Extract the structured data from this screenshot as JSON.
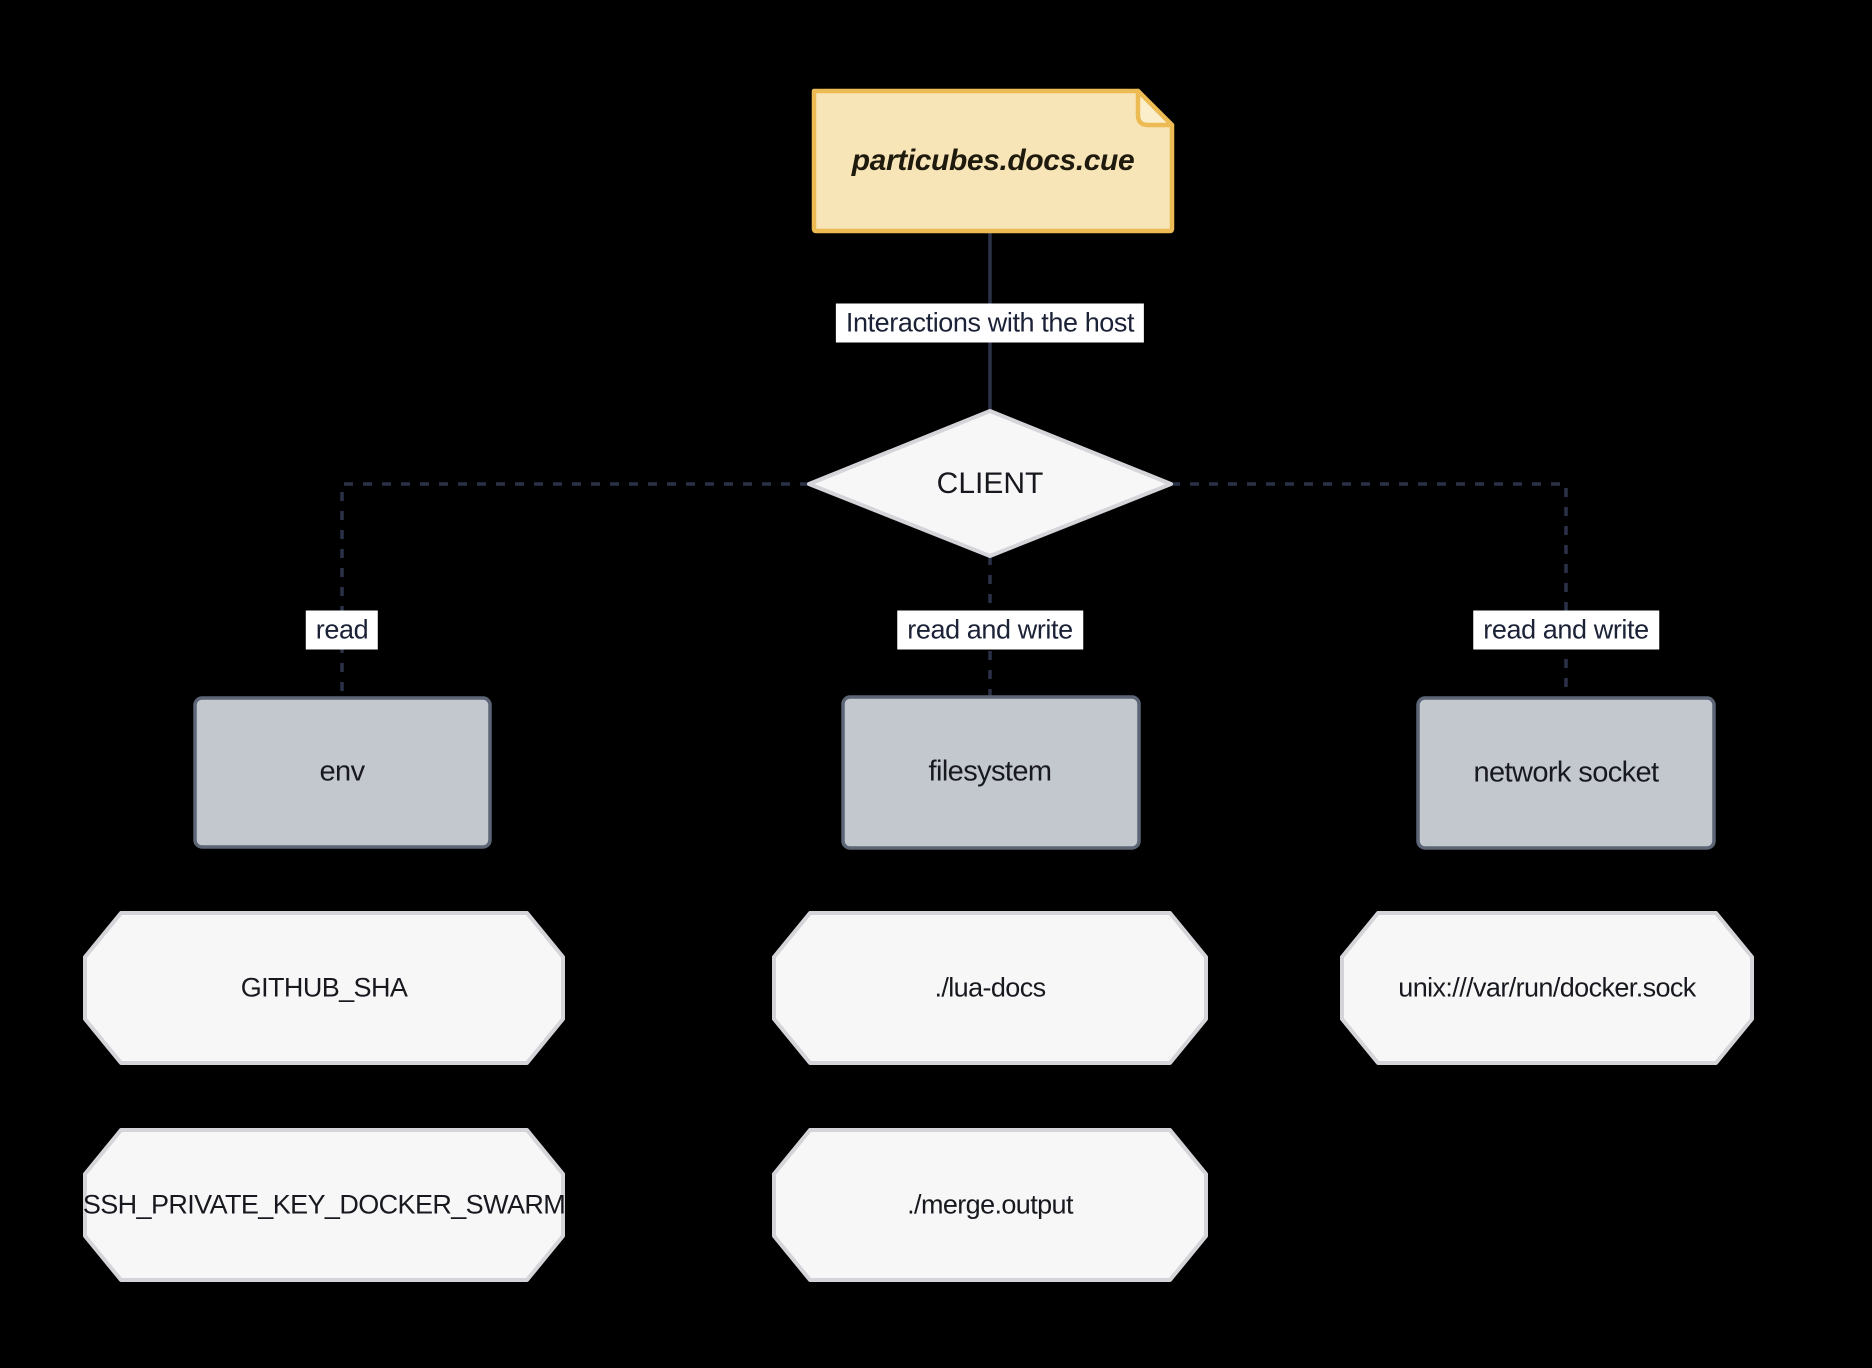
{
  "diagram": {
    "note": {
      "label": "particubes.docs.cue"
    },
    "edge_labels": {
      "host_interactions": "Interactions with the host",
      "read_env": "read",
      "read_write_fs": "read and write",
      "read_write_net": "read and write"
    },
    "nodes": {
      "client": "CLIENT",
      "env": "env",
      "filesystem": "filesystem",
      "network_socket": "network socket",
      "github_sha": "GITHUB_SHA",
      "ssh_private_key": "SSH_PRIVATE_KEY_DOCKER_SWARM",
      "lua_docs": "./lua-docs",
      "merge_output": "./merge.output",
      "docker_sock": "unix:///var/run/docker.sock"
    },
    "colors": {
      "background": "#000000",
      "note_fill": "#f8e5b7",
      "note_fold_fill": "#fbeecb",
      "note_border": "#ecbb53",
      "gray_node_fill": "#c3c7ce",
      "gray_node_border": "#5d6676",
      "light_shape_fill": "#f7f7f8",
      "light_shape_border": "#d4d4d9",
      "edge_line": "#2b3147",
      "edge_label_bg": "#ffffff",
      "edge_label_text": "#1b2136"
    }
  }
}
